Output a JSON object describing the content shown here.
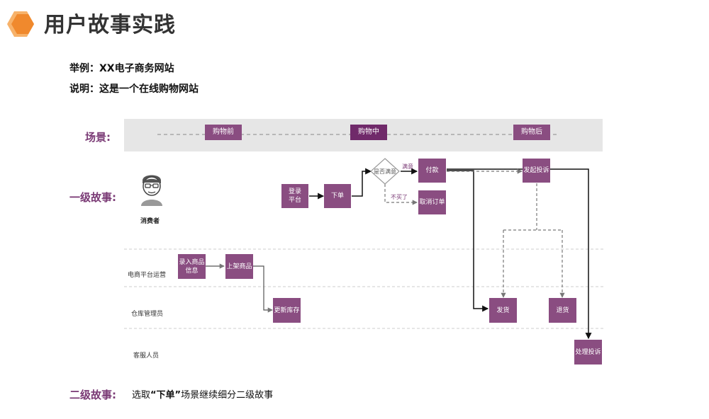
{
  "title": "用户故事实践",
  "example": "举例：XX电子商务网站",
  "description": "说明：这是一个在线购物网站",
  "rows": {
    "scene": "场景:",
    "level1": "一级故事:",
    "level2": "二级故事:"
  },
  "phases": [
    "购物前",
    "购物中",
    "购物后"
  ],
  "actor": "消费者",
  "lanes": [
    "电商平台运营",
    "仓库管理员",
    "客服人员"
  ],
  "boxes": {
    "login": "登录\n平台",
    "order": "下单",
    "decision": "是否满意",
    "pay": "付款",
    "cancel": "取消订单",
    "complaint": "发起投诉",
    "entry": "录入商品\n信息",
    "shelf": "上架商品",
    "stock": "更新库存",
    "ship": "发货",
    "return": "退货",
    "handle": "处理投诉"
  },
  "edge_labels": {
    "yes": "满意",
    "no": "不买了"
  },
  "footer": {
    "prefix": "选取",
    "highlight": "“下单”",
    "suffix": "场景继续细分二级故事"
  },
  "colors": {
    "accent": "#8a4d81",
    "accent_dark": "#702a6a",
    "orange": "#f0892d"
  }
}
